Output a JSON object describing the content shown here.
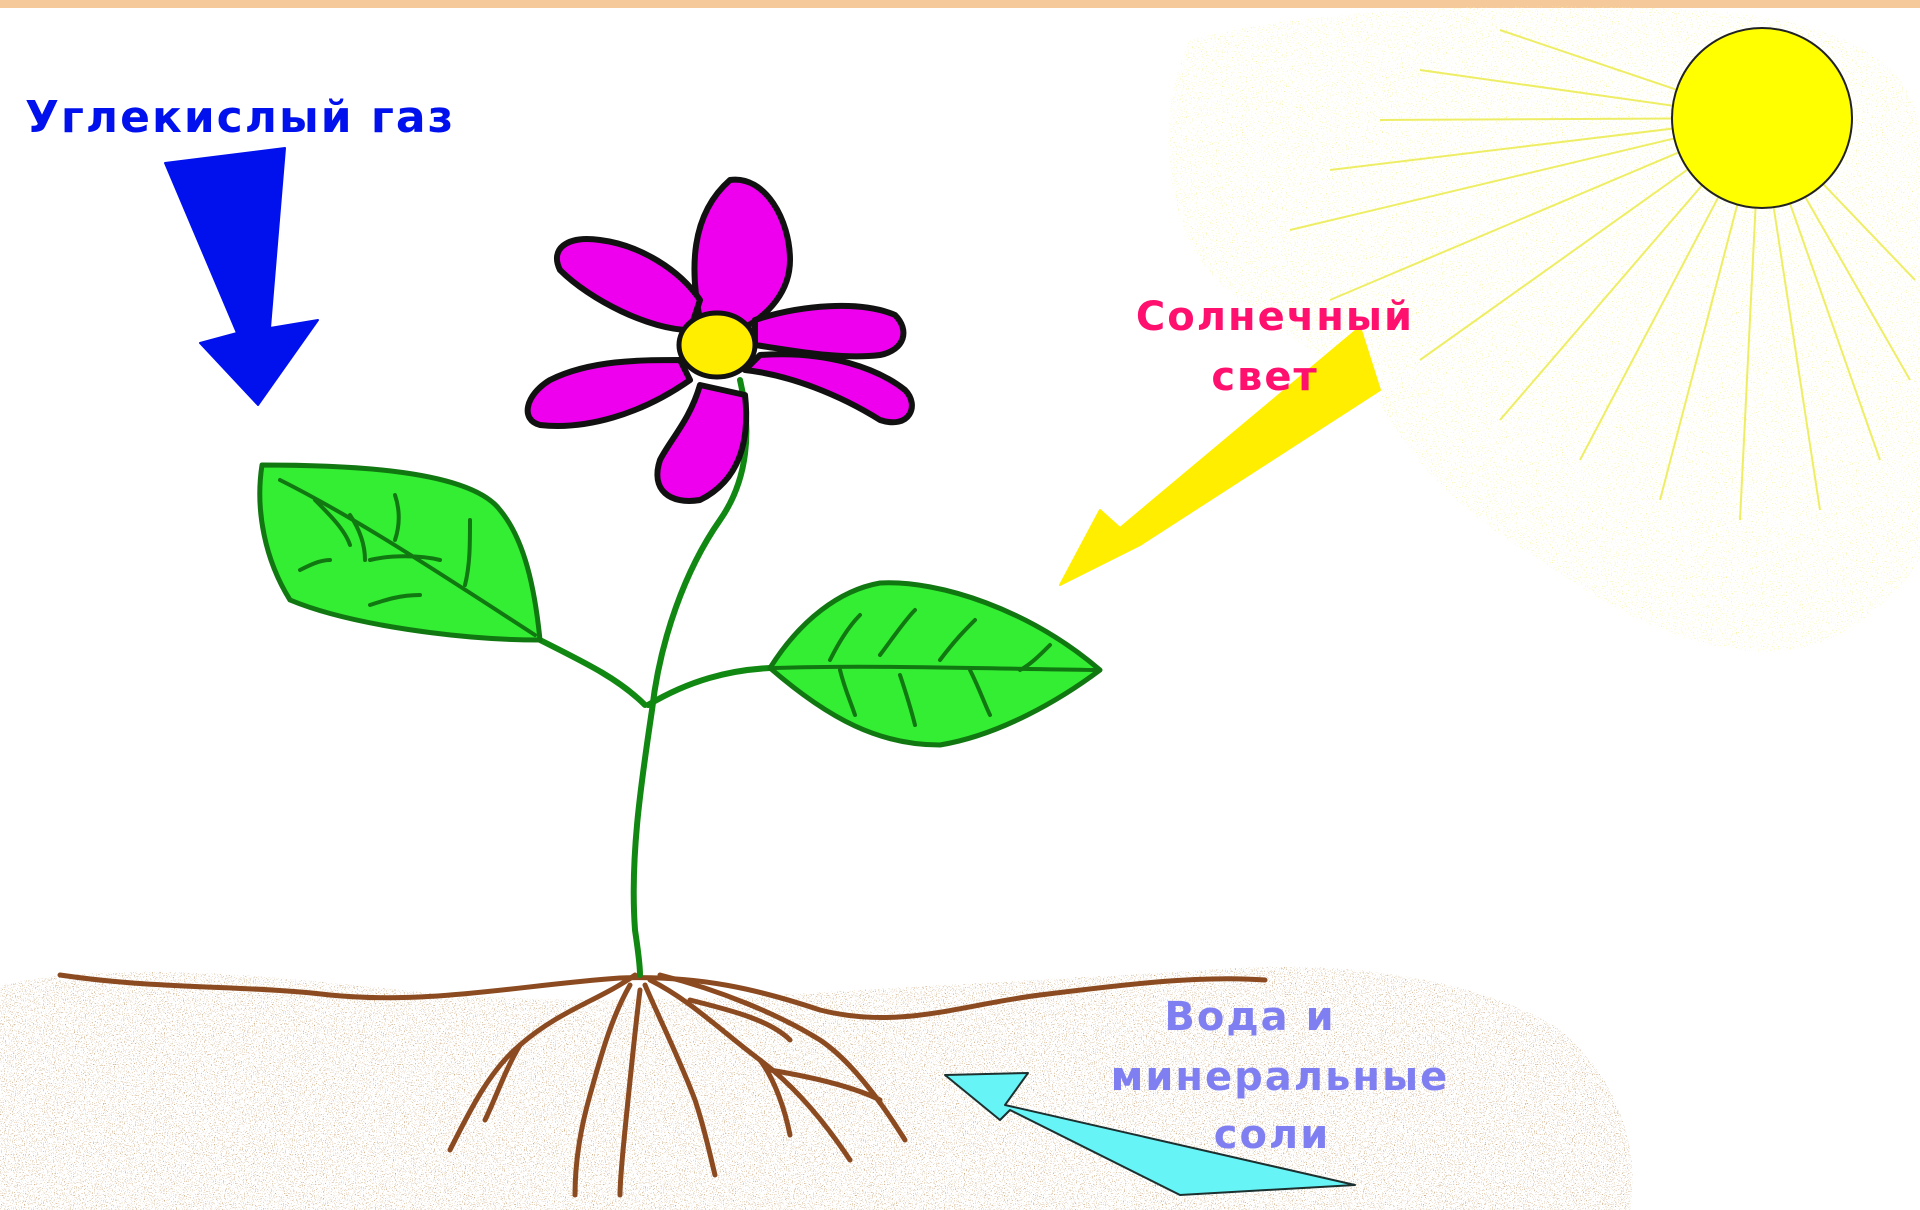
{
  "labels": {
    "co2": "Углекислый газ",
    "sunlight_line1": "Солнечный",
    "sunlight_line2": "свет",
    "water_line1": "Вода и",
    "water_line2": "минеральные",
    "water_line3": "соли"
  },
  "colors": {
    "top_border": "#f5c99a",
    "co2": "#0011ee",
    "sunlight_text": "#ff0f6e",
    "sunlight_arrow": "#ffee00",
    "water_text": "#7f7ff2",
    "water_arrow": "#66f4f6",
    "sun": "#ffff00",
    "sun_rays": "#eeee55",
    "petal": "#ee00ee",
    "flower_center": "#ffee00",
    "leaf": "#33ee33",
    "stem": "#118811",
    "root": "#8b4a20",
    "soil": "#9b6a3a"
  }
}
